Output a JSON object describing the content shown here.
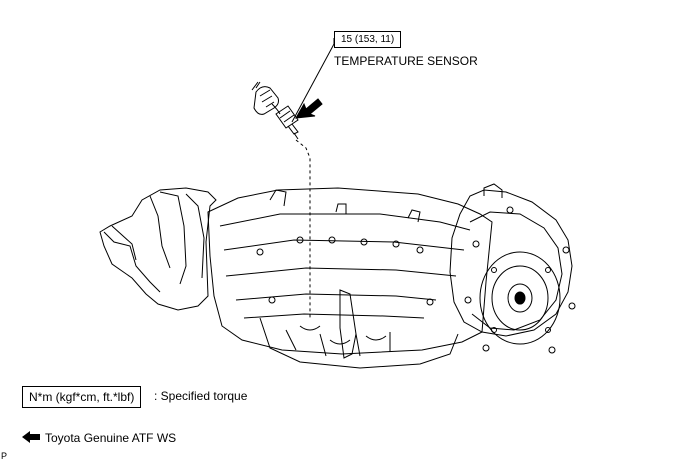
{
  "callout": {
    "torque_value": "15 (153, 11)",
    "part_name": "TEMPERATURE SENSOR"
  },
  "legend": {
    "torque_unit": "N*m (kgf*cm, ft.*lbf)",
    "torque_desc": ": Specified torque",
    "atf_label": "Toyota Genuine ATF WS"
  },
  "footer": {
    "page_letter": "P"
  }
}
